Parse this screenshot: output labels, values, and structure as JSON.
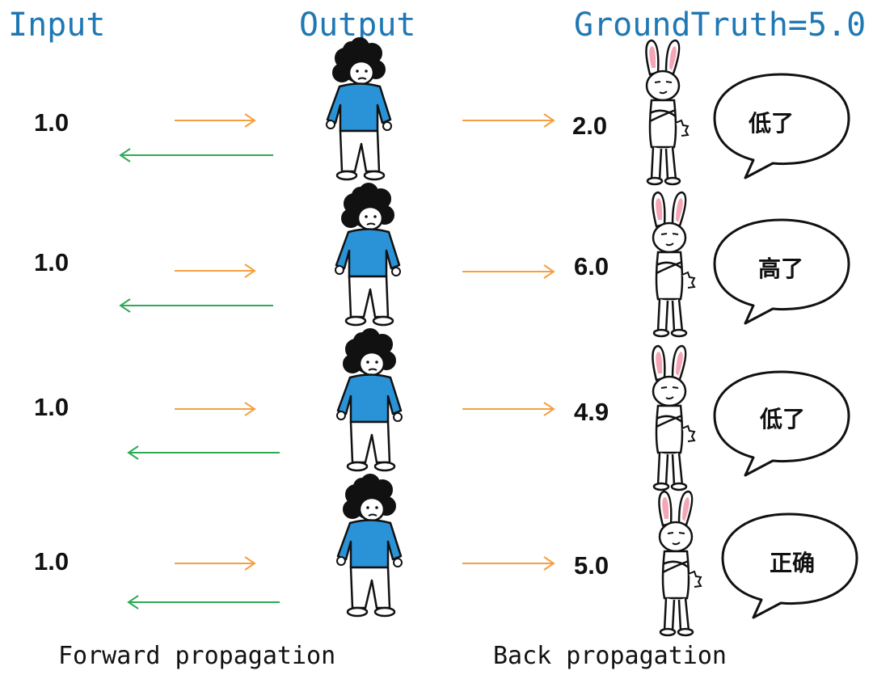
{
  "headers": {
    "input": "Input",
    "output": "Output",
    "ground_truth": "GroundTruth=5.0"
  },
  "rows": [
    {
      "input": "1.0",
      "output": "2.0",
      "feedback": "低了"
    },
    {
      "input": "1.0",
      "output": "6.0",
      "feedback": "高了"
    },
    {
      "input": "1.0",
      "output": "4.9",
      "feedback": "低了"
    },
    {
      "input": "1.0",
      "output": "5.0",
      "feedback": "正确"
    }
  ],
  "footer": {
    "forward": "Forward propagation",
    "back": "Back propagation"
  },
  "colors": {
    "header": "#1f78b4",
    "forward_arrow": "#f5a040",
    "back_arrow": "#2eaa55",
    "shirt": "#2a93d8",
    "bunny_ear": "#f4a6b6"
  },
  "icons": [
    "person-icon",
    "bunny-icon",
    "speech-bubble-icon"
  ]
}
